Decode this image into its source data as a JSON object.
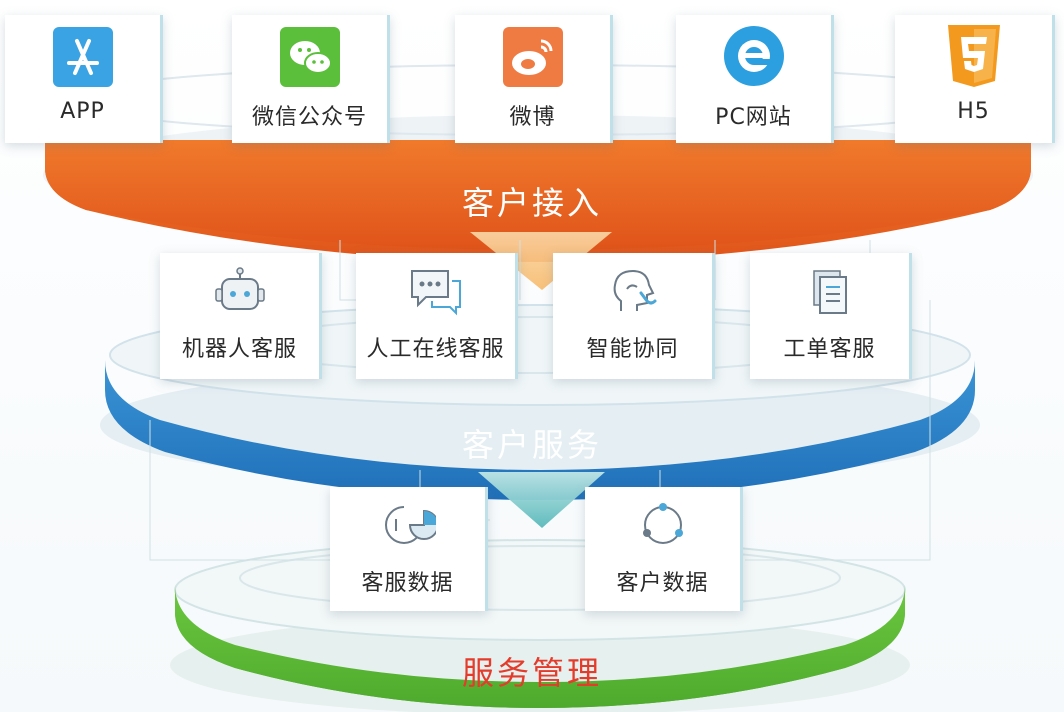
{
  "top_row": {
    "items": [
      {
        "label": "APP",
        "icon": "app-store-icon"
      },
      {
        "label": "微信公众号",
        "icon": "wechat-icon"
      },
      {
        "label": "微博",
        "icon": "weibo-icon"
      },
      {
        "label": "PC网站",
        "icon": "ie-browser-icon"
      },
      {
        "label": "H5",
        "icon": "html5-icon"
      }
    ]
  },
  "band_access": {
    "label": "客户接入",
    "color": "#e85d1e"
  },
  "middle_row": {
    "items": [
      {
        "label": "机器人客服",
        "icon": "robot-icon"
      },
      {
        "label": "人工在线客服",
        "icon": "chat-bubbles-icon"
      },
      {
        "label": "智能协同",
        "icon": "headset-person-icon"
      },
      {
        "label": "工单客服",
        "icon": "document-icon"
      }
    ]
  },
  "band_service": {
    "label": "客户服务",
    "color": "#2f86c9"
  },
  "bottom_row": {
    "items": [
      {
        "label": "客服数据",
        "icon": "data-chart-icon"
      },
      {
        "label": "客户数据",
        "icon": "cycle-nodes-icon"
      }
    ]
  },
  "band_manage": {
    "label": "服务管理",
    "color": "#5fbe3a",
    "text_color": "#e53b2b"
  }
}
